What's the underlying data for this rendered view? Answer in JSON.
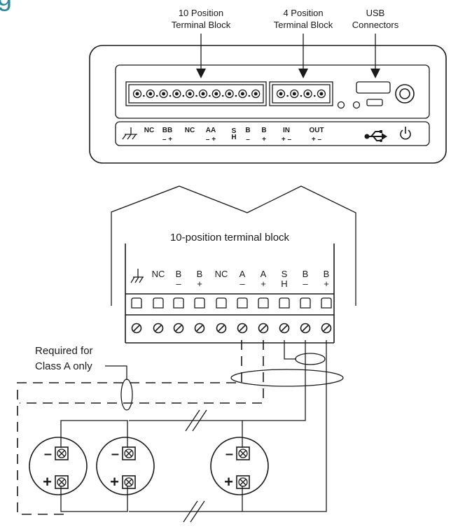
{
  "top_labels": {
    "ten_position": [
      "10 Position",
      "Terminal Block"
    ],
    "four_position": [
      "4 Position",
      "Terminal Block"
    ],
    "usb": [
      "USB",
      "Connectors"
    ]
  },
  "panel_terminals": [
    {
      "top": "NC",
      "sub": ""
    },
    {
      "top": "BB",
      "sub": "– +"
    },
    {
      "top": "NC",
      "sub": ""
    },
    {
      "top": "AA",
      "sub": "– +"
    },
    {
      "top": "S",
      "sub": "H"
    },
    {
      "top": "B",
      "sub": "–"
    },
    {
      "top": "B",
      "sub": "+"
    },
    {
      "top": "IN",
      "sub": "+ –"
    },
    {
      "top": "OUT",
      "sub": "+ –"
    }
  ],
  "terminal_block": {
    "title": "10-position terminal block",
    "labels": [
      {
        "top": "",
        "sub": ""
      },
      {
        "top": "NC",
        "sub": ""
      },
      {
        "top": "B",
        "sub": "–"
      },
      {
        "top": "B",
        "sub": "+"
      },
      {
        "top": "NC",
        "sub": ""
      },
      {
        "top": "A",
        "sub": "–"
      },
      {
        "top": "A",
        "sub": "+"
      },
      {
        "top": "S",
        "sub": "H"
      },
      {
        "top": "B",
        "sub": "–"
      },
      {
        "top": "B",
        "sub": "+"
      }
    ]
  },
  "note": [
    "Required for",
    "Class A only"
  ],
  "devices": [
    {
      "minus": "–",
      "plus": "+"
    },
    {
      "minus": "–",
      "plus": "+"
    },
    {
      "minus": "–",
      "plus": "+"
    }
  ],
  "header_glyph": "g"
}
